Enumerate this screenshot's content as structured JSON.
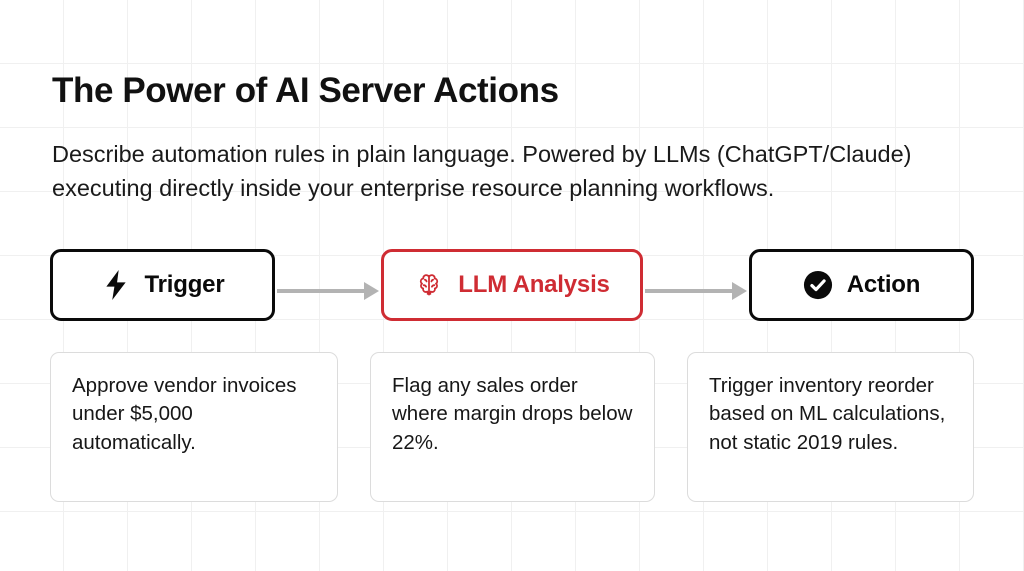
{
  "theme": {
    "background": "#ffffff",
    "grid_line": "#f0f0f0",
    "text": "#111111",
    "accent_red": "#cf2c33",
    "node_border_dark": "#0a0a0a",
    "connector_gray": "#b3b3b3",
    "card_border": "#dcdcdc"
  },
  "header": {
    "title": "The Power of AI Server Actions",
    "subtitle": "Describe automation rules in plain language. Powered by LLMs (ChatGPT/Claude) executing directly inside your enterprise resource planning workflows."
  },
  "flow": {
    "nodes": [
      {
        "id": "trigger",
        "label": "Trigger",
        "icon": "lightning-bolt-icon",
        "style": "dark"
      },
      {
        "id": "llm-analysis",
        "label": "LLM Analysis",
        "icon": "brain-icon",
        "style": "accent"
      },
      {
        "id": "action",
        "label": "Action",
        "icon": "check-circle-icon",
        "style": "dark"
      }
    ],
    "connectors": [
      {
        "id": "trigger-to-llm",
        "icon": "arrow-right-icon"
      },
      {
        "id": "llm-to-action",
        "icon": "arrow-right-icon"
      }
    ]
  },
  "examples": {
    "cards": [
      {
        "id": "example-trigger",
        "text": "Approve vendor invoices under $5,000 automatically."
      },
      {
        "id": "example-llm",
        "text": "Flag any sales order where margin drops below 22%."
      },
      {
        "id": "example-action",
        "text": "Trigger inventory reorder based on ML calculations, not static 2019 rules."
      }
    ]
  }
}
